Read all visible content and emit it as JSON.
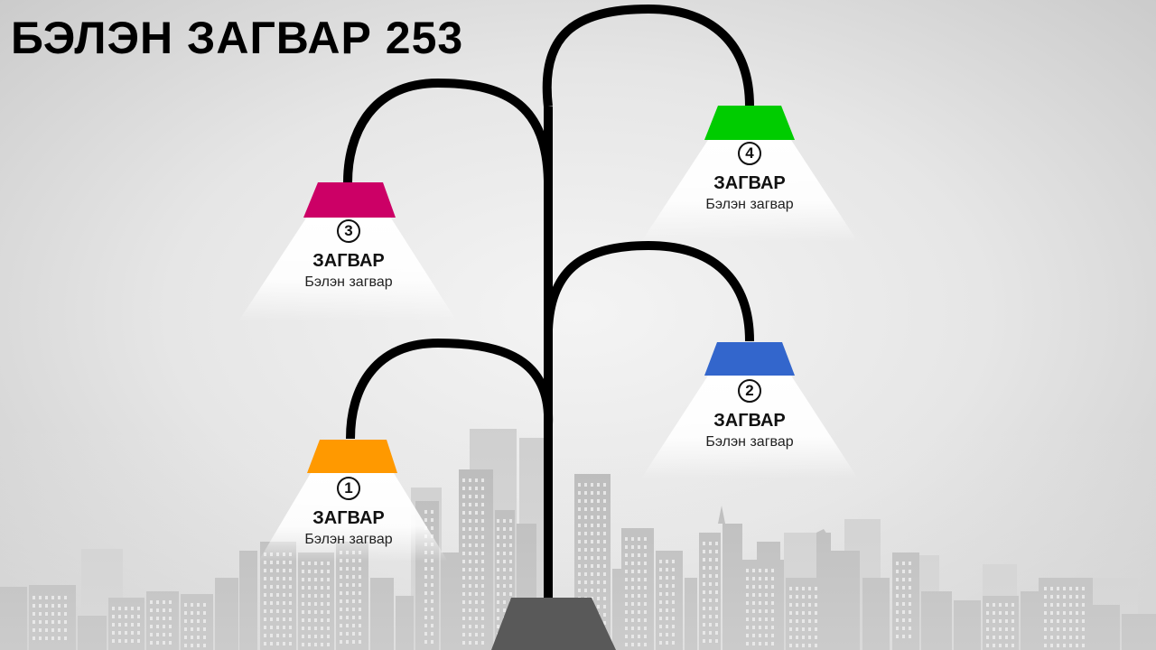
{
  "title": "БЭЛЭН ЗАГВАР 253",
  "colors": {
    "lamp_1": "#ff9900",
    "lamp_2": "#3366cc",
    "lamp_3": "#cc0066",
    "lamp_4": "#00cc00",
    "post": "#000000",
    "base": "#595959",
    "skyline": "#b3b3b3"
  },
  "lamps": [
    {
      "number": "1",
      "heading": "ЗАГВАР",
      "text": "Бэлэн загвар"
    },
    {
      "number": "2",
      "heading": "ЗАГВАР",
      "text": "Бэлэн загвар"
    },
    {
      "number": "3",
      "heading": "ЗАГВАР",
      "text": "Бэлэн загвар"
    },
    {
      "number": "4",
      "heading": "ЗАГВАР",
      "text": "Бэлэн загвар"
    }
  ]
}
